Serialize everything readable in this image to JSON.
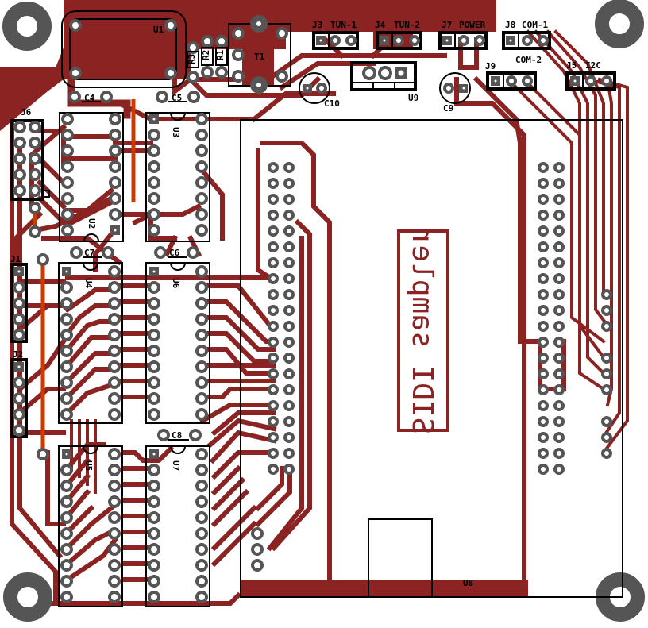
{
  "board": {
    "title": "SIDI sampler PCB layout",
    "logo_text": "SIDI sampler",
    "colors": {
      "copper": "#8b2323",
      "pad": "#555555",
      "silkscreen": "#000000",
      "jumper": "#cc3a00",
      "background": "#ffffff"
    }
  },
  "connectors": [
    {
      "ref": "J3",
      "name": "TUN-1",
      "pins": 3
    },
    {
      "ref": "J4",
      "name": "TUN-2",
      "pins": 3
    },
    {
      "ref": "J7",
      "name": "POWER",
      "pins": 3
    },
    {
      "ref": "J8",
      "name": "COM-1",
      "pins": 3
    },
    {
      "ref": "J9",
      "name": "COM-2",
      "pins": 3
    },
    {
      "ref": "J5",
      "name": "I2C",
      "pins": 3
    },
    {
      "ref": "J6",
      "name": "",
      "pins": 10
    },
    {
      "ref": "J1",
      "name": "",
      "pins": 5
    },
    {
      "ref": "J2",
      "name": "",
      "pins": 5
    }
  ],
  "labels": {
    "j3": "J3",
    "tun1": "TUN-1",
    "j4": "J4",
    "tun2": "TUN-2",
    "j7": "J7",
    "power": "POWER",
    "j8": "J8",
    "com1": "COM-1",
    "j9": "J9",
    "com2": "COM-2",
    "j5": "J5",
    "i2c": "I2C",
    "j6": "J6",
    "j1": "J1",
    "j2": "J2",
    "u1": "U1",
    "t1": "T1",
    "u9": "U9",
    "u8": "U8",
    "c4": "C4",
    "c5": "C5",
    "c7": "C7",
    "c6": "C6",
    "c8": "C8",
    "c9": "C9",
    "c10": "C10",
    "u2": "U2",
    "u3": "U3",
    "u4": "U4",
    "u5": "U5",
    "u6": "U6",
    "u7": "U7",
    "r1": "R1",
    "r2": "R2",
    "r3": "R3"
  },
  "ics": [
    {
      "ref": "U2",
      "pins": 16
    },
    {
      "ref": "U3",
      "pins": 16
    },
    {
      "ref": "U4",
      "pins": 20
    },
    {
      "ref": "U5",
      "pins": 20
    },
    {
      "ref": "U6",
      "pins": 20
    },
    {
      "ref": "U7",
      "pins": 20
    }
  ]
}
